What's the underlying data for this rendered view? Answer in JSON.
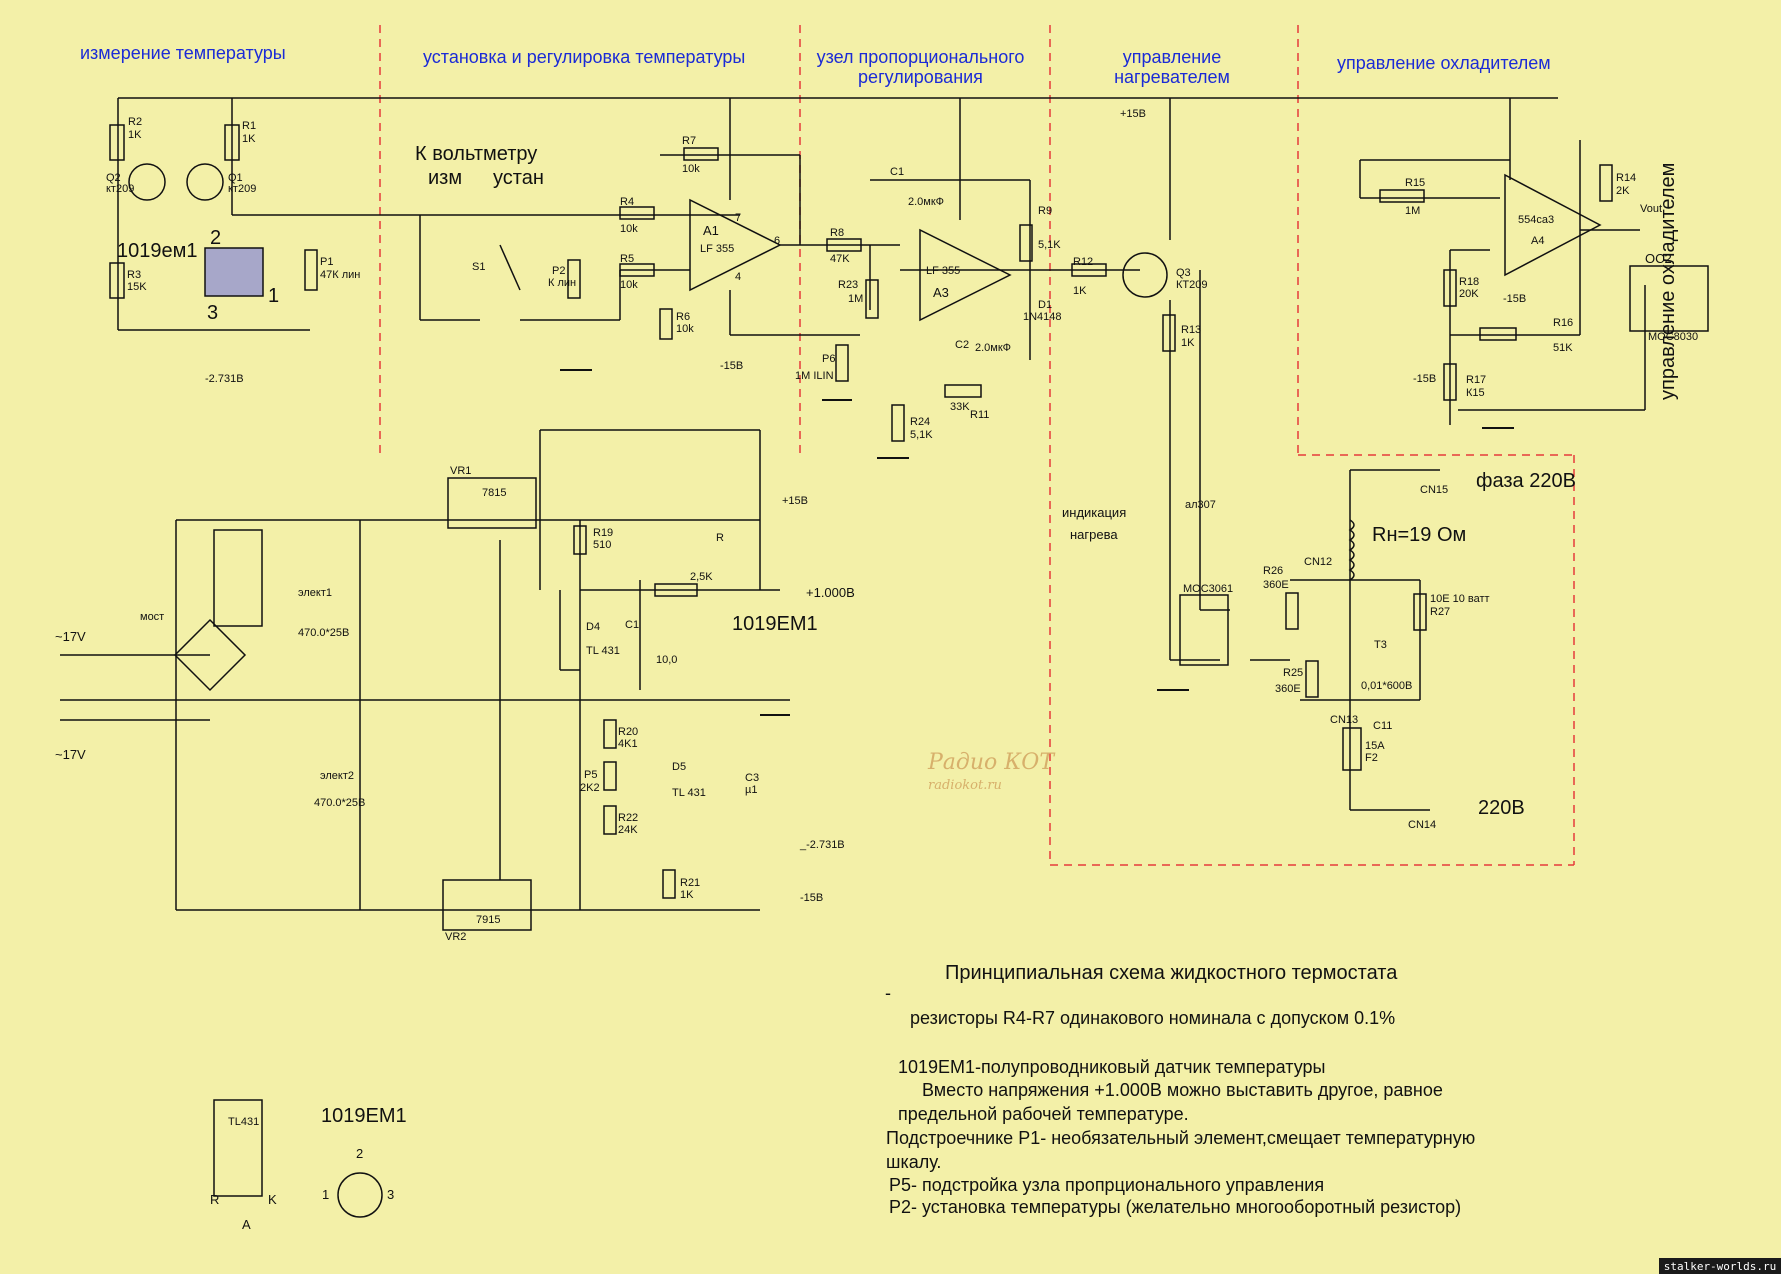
{
  "colors": {
    "background": "#f3f0a8",
    "line": "#111111",
    "accent": "#1b2bd6",
    "boundary": "#e63b3b",
    "watermark": "#d7b06b",
    "footer": "#1a1a1a"
  },
  "sections": [
    {
      "id": "temp",
      "label": "измерение температуры"
    },
    {
      "id": "setpoint",
      "label": "установка и регулировка температуры"
    },
    {
      "id": "prop",
      "label": "узел пропорционального регулирования"
    },
    {
      "id": "heater",
      "label": "управление нагревателем"
    },
    {
      "id": "cooler",
      "label": "управление охладителем"
    },
    {
      "id": "cooler_side",
      "label": "управление охладителем"
    }
  ],
  "voltmeter": {
    "label1": "К вольтметру",
    "izm": "изм",
    "ustan": "устан"
  },
  "labels": {
    "q2": "Q2",
    "q2_type": "кт209",
    "q1": "Q1",
    "q1_type": "кт209",
    "r2": "R2",
    "r2v": "1K",
    "r1": "R1",
    "r1v": "1K",
    "r3": "R3",
    "r3v": "15K",
    "sensor_name": "1019ем1",
    "pin2": "2",
    "pin1": "1",
    "pin3": "3",
    "p1": "P1",
    "p1v": "47К лин",
    "minus2731_top": "-2.731В",
    "s1": "S1",
    "p2": "P2",
    "p2v": "К лин",
    "r4": "R4",
    "r4v": "10k",
    "r5": "R5",
    "r5v": "10k",
    "r6": "R6",
    "r6v": "10k",
    "r7": "R7",
    "r7v": "10k",
    "a1": "A1",
    "a1_type": "LF 355",
    "pin7": "7",
    "pin6": "6",
    "pin4": "4",
    "minus15_a1": "-15В",
    "r8": "R8",
    "r8v": "47K",
    "r23": "R23",
    "r23v": "1M",
    "p6": "P6",
    "p6v": "1M ILIN",
    "r24": "R24",
    "r24v": "5,1K",
    "c1": "C1",
    "c1v": "2.0мкФ",
    "c2": "C2",
    "c2v": "2.0мкФ",
    "r11": "R11",
    "r11v": "33K",
    "r9": "R9",
    "r9v": "5,1K",
    "a3": "A3",
    "a3_type": "LF 355",
    "d1": "D1",
    "d1_type": "1N4148",
    "r12": "R12",
    "r12v": "1K",
    "q3": "Q3",
    "q3_type": "КТ209",
    "r13": "R13",
    "r13v": "1K",
    "plus15_top": "+15В",
    "led_type": "ал307",
    "heat_ind1": "индикация",
    "heat_ind2": "нагрева",
    "moc3061": "MOC3061",
    "r26": "R26",
    "r26v": "360E",
    "cn12": "CN12",
    "r25": "R25",
    "r25v": "360E",
    "cn13": "CN13",
    "c11": "C11",
    "c11v": "0,01*600B",
    "f2": "F2",
    "f2v": "15A",
    "t3": "T3",
    "r27": "R27",
    "r27v": "10E 10 ватт",
    "rn": "Rн=19 Ом",
    "phase": "фаза 220В",
    "cn15": "CN15",
    "cn14": "CN14",
    "v220": "220В",
    "r15": "R15",
    "r15v": "1M",
    "r14": "R14",
    "r14v": "2K",
    "a4_type": "554са3",
    "a4": "A4",
    "r18": "R18",
    "r18v": "20K",
    "r16": "R16",
    "r16v": "51K",
    "r17": "R17",
    "r17v": "К15",
    "minus15_a4": "-15В",
    "minus15_r18": "-15В",
    "vout": "Vout",
    "oc2": "OC2",
    "moc8030": "MOC8030",
    "vr1": "VR1",
    "vr1_type": "7815",
    "vr2": "VR2",
    "vr2_type": "7915",
    "bridge": "мост",
    "ac17a": "~17V",
    "ac17b": "~17V",
    "plus15_rail": "+15В",
    "plus1000": "+1.000В",
    "minus2731_rail": "_-2.731В",
    "minus15_rail": "-15В",
    "r19": "R19",
    "r19v": "510",
    "r_pot": "R",
    "pot25": "2,5K",
    "d4": "D4",
    "d4_type": "TL 431",
    "c1_small": "C1",
    "c1_smallv": "10,0",
    "r20": "R20",
    "r20v": "4K1",
    "p5": "P5",
    "p5v": "2K2",
    "r22": "R22",
    "r22v": "24K",
    "d5": "D5",
    "d5_type": "TL 431",
    "c3": "C3",
    "c3v": "µ1",
    "r21": "R21",
    "r21v": "1K",
    "sensor_name_power": "1019EM1",
    "cap_a": "элект1",
    "cap_av": "470.0*25В",
    "cap_b": "элект2",
    "cap_bv": "470.0*25В",
    "tl431_pkg": "TL431",
    "pin_r": "R",
    "pin_k": "K",
    "pin_a": "A",
    "em1019_pkg": "1019EM1",
    "em_pin2": "2",
    "em_pin1": "1",
    "em_pin3": "3"
  },
  "notes": {
    "title": "Принципиальная схема жидкостного термостата",
    "dash": "-",
    "line1": "резисторы R4-R7 одинакового номинала с допуском  0.1%",
    "line2": "1019ЕМ1-полупроводниковый датчик температуры",
    "line3": "Вместо напряжения +1.000В можно выставить другое, равное",
    "line4": "предельной рабочей температуре.",
    "line5": "Подстроечнике P1- необязательный элемент,смещает температурную",
    "line6": "шкалу.",
    "line7": "P5- подстройка узла пропрционального управления",
    "line8": "P2- установка температуры (желательно многооборотный резистор)"
  },
  "watermark": {
    "brand": "Радио КОТ",
    "site": "radiokot.ru"
  },
  "footer": "stalker-worlds.ru"
}
